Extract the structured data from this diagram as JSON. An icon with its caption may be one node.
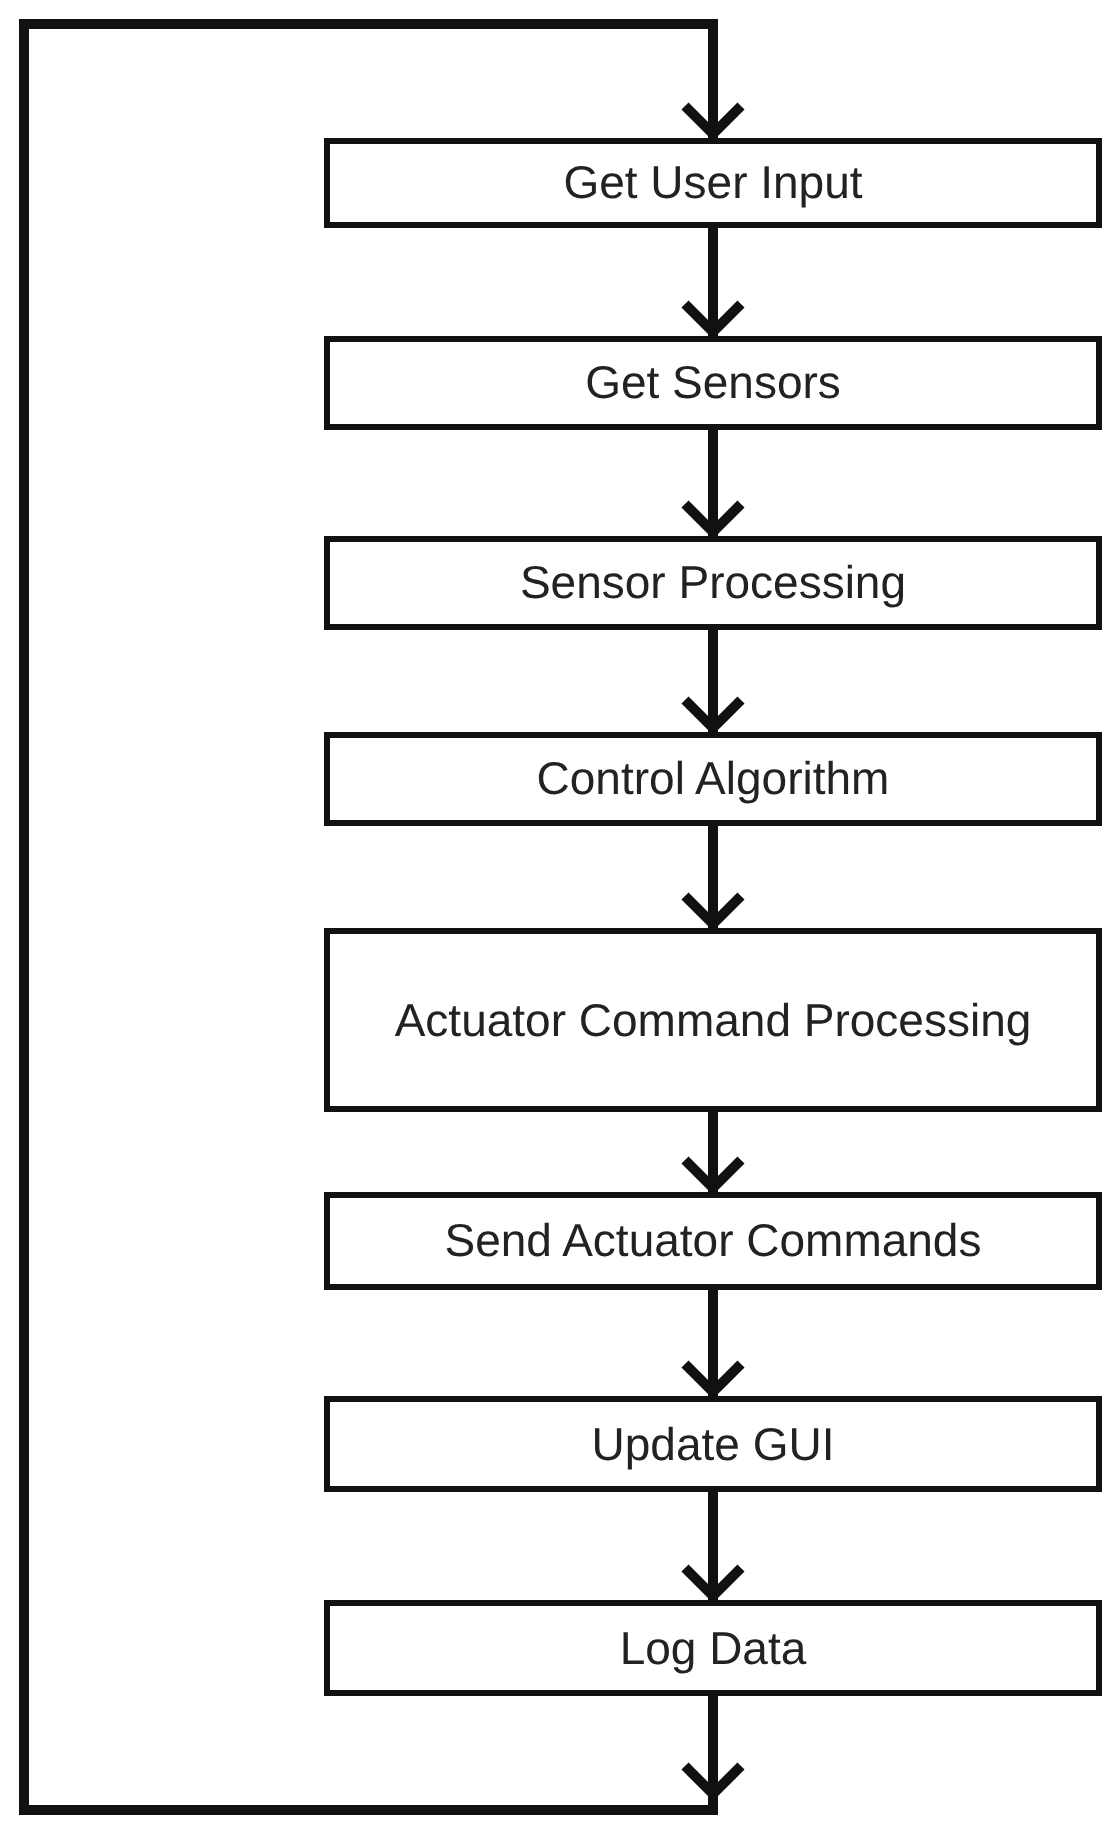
{
  "diagram": {
    "nodes": [
      {
        "text": [
          "Get User Input"
        ]
      },
      {
        "text": [
          "Get Sensors"
        ]
      },
      {
        "text": [
          "Sensor Processing"
        ]
      },
      {
        "text": [
          "Control Algorithm"
        ]
      },
      {
        "text": [
          "Actuator Command Processing"
        ]
      },
      {
        "text": [
          "Send Actuator Commands"
        ]
      },
      {
        "text": [
          "Update GUI"
        ]
      },
      {
        "text": [
          "Log Data"
        ]
      }
    ],
    "edges": [
      {
        "from": 0,
        "to": 1,
        "arrow": "to"
      },
      {
        "from": 1,
        "to": 2,
        "arrow": "to"
      },
      {
        "from": 2,
        "to": 3,
        "arrow": "to"
      },
      {
        "from": 3,
        "to": 4,
        "arrow": "to"
      },
      {
        "from": 4,
        "to": 5,
        "arrow": "to"
      },
      {
        "from": 5,
        "to": 6,
        "arrow": "to"
      },
      {
        "from": 6,
        "to": 7,
        "arrow": "to"
      },
      {
        "from": 7,
        "to": 0,
        "arrow": "to"
      }
    ]
  }
}
